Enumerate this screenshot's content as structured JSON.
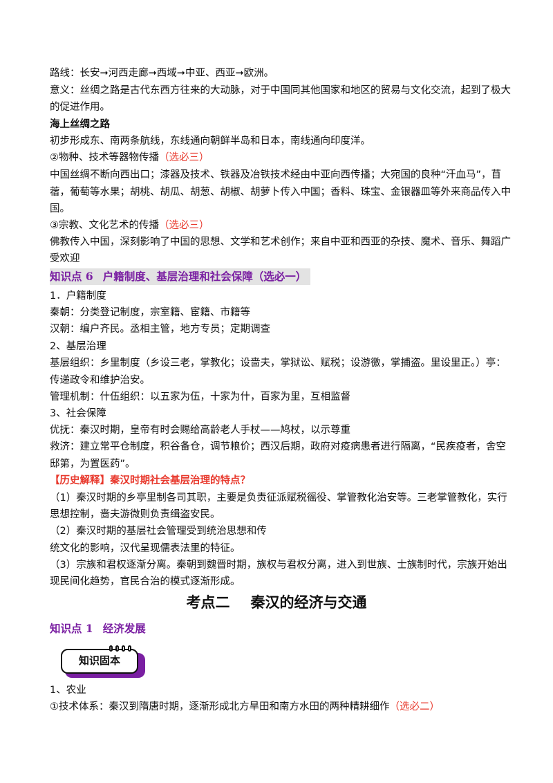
{
  "lines": {
    "route": "路线：长安➞河西走廊➞西域➞中亚、西亚➞欧洲。",
    "meaning1": "意义：丝绸之路是古代东西方往来的大动脉，对于中国同其他国家和地区的贸易与文化交流，起到了极大",
    "meaning2": "的促进作用。",
    "sea_title": "海上丝绸之路",
    "sea_text": "初步形成东、南两条航线，东线通向朝鲜半岛和日本，南线通向印度洋。",
    "spread2_text": "②物种、技术等器物传播",
    "spread2_tag": "（选必三）",
    "spread2_p1": "中国丝绸不断向西出口；漆器及技术、铁器及冶铁技术经由中亚向西传播；大宛国的良种“汗血马”，苜",
    "spread2_p2": "蓿，葡萄等水果；胡桃、胡瓜、胡葱、胡椒、胡萝卜传入中国；香料、珠宝、金银器皿等外来商品传入中",
    "spread2_p3": "国。",
    "spread3_text": "③宗教、文化艺术的传播",
    "spread3_tag": "（选必三）",
    "spread3_p1": "佛教传入中国，深刻影响了中国的思想、文学和艺术创作；来自中亚和西亚的杂技、魔术、音乐、舞蹈广",
    "spread3_p2": "受欢迎"
  },
  "kp6": {
    "num": "知识点 6",
    "title": "户籍制度、基层治理和社会保障（选必一）"
  },
  "huji": {
    "h1": "1．户籍制度",
    "qin": "秦朝：分类登记制度，宗室籍、宦籍、市籍等",
    "han": "汉朝：编户齐民。丞相主管，地方专员；定期调查",
    "h2": "2、基层治理",
    "jc1": "基层组织：乡里制度（乡设三老，掌教化；设啬夫，掌狱讼、赋税；设游徼，掌捕盗。里设里正。）亭：",
    "jc2": "传递政令和维护治安。",
    "gl": "管理机制：什伍组织：以五家为伍，十家为什，百家为里，互相监督",
    "h3": "3、社会保障",
    "yf": "优抚：秦汉时期，皇帝有时会赐给高龄老人手杖——鸠杖，以示尊重",
    "jj1": "救济：建立常平仓制度，积谷备仓，调节粮价；西汉后期，政府对疫病患者进行隔离，“民疾疫者，舍空",
    "jj2": "邸第，为置医药”。"
  },
  "explain": {
    "tag": "【历史解释】",
    "question": "秦汉时期社会基层治理的特点？",
    "a1_1": "（1）秦汉时期的乡亭里制各司其职，主要是负责征派赋税徭役、掌管教化治安等。三老掌管教化，实行",
    "a1_2": "思想控制，啬夫游微则负责缉盗安民。",
    "a2_1": "（2）秦汉时期的基层社会管理受到统治思想和传",
    "a2_2": "统文化的影响，汉代呈现儒表法里的特征。",
    "a3_1": "（3）宗族和君权逐渐分离。秦朝到魏晋时期，族权与君权分离，进入到世族、士族制时代，宗族开始出",
    "a3_2": "现民间化趋势，官民合治的模式逐渐形成。"
  },
  "section": {
    "left": "考点二",
    "right": "秦汉的经济与交通"
  },
  "kp1": {
    "num": "知识点 1",
    "title": "经济发展"
  },
  "badge": {
    "label": "知识固本"
  },
  "agri": {
    "h": "1、农业",
    "tech": "①技术体系：秦汉到隋唐时期，逐渐形成北方旱田和南方水田的两种精耕细作",
    "tech_tag": "（选必二）"
  }
}
